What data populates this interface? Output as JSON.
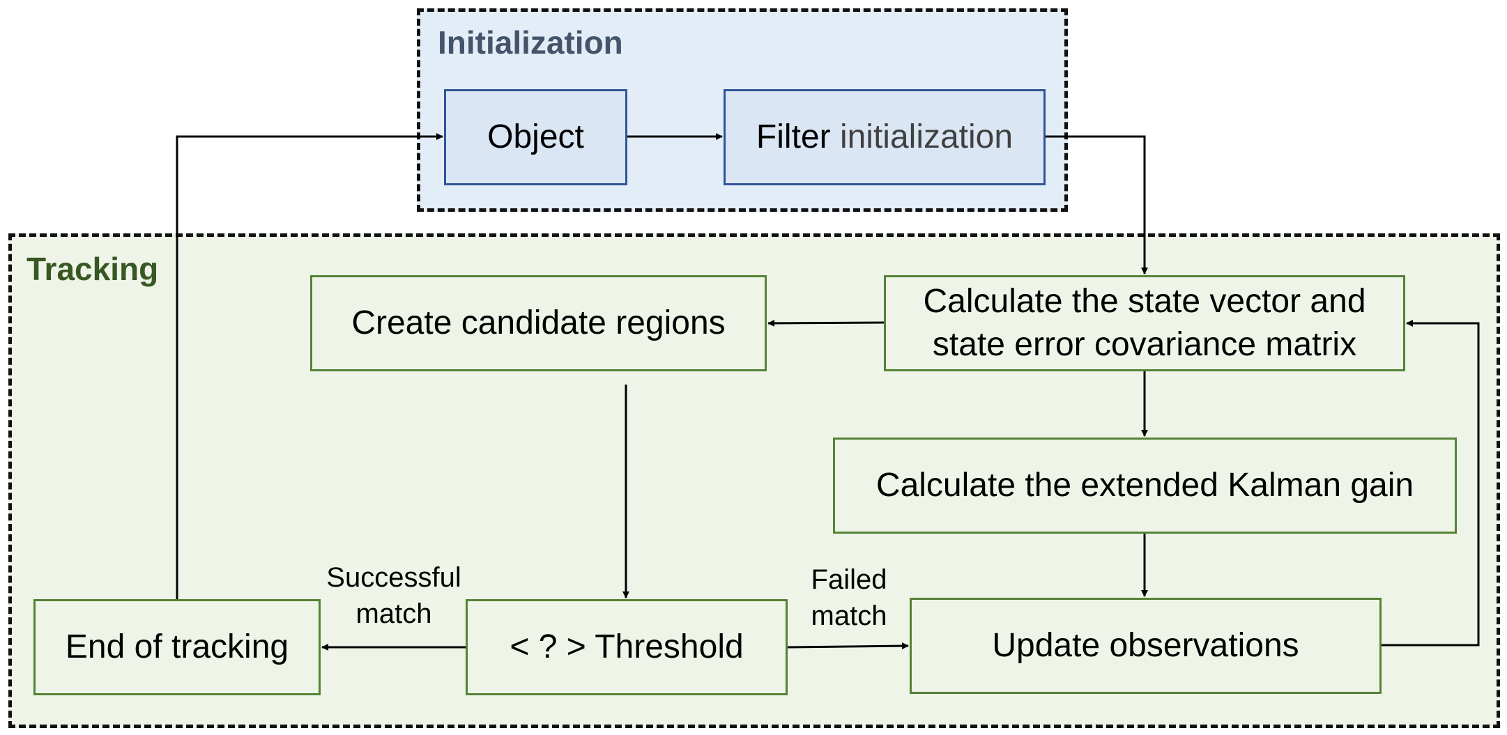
{
  "groups": {
    "initialization": {
      "title": "Initialization"
    },
    "tracking": {
      "title": "Tracking"
    }
  },
  "nodes": {
    "object": "Object",
    "filter_prefix": "Filter",
    "filter_suffix": "initialization",
    "calc_state": "Calculate the state vector and\nstate error covariance matrix",
    "create_candidates": "Create candidate regions",
    "kalman_gain": "Calculate the extended Kalman gain",
    "update_observations": "Update observations",
    "threshold": "< ? > Threshold",
    "end_tracking": "End of tracking"
  },
  "edge_labels": {
    "successful_match": "Successful\nmatch",
    "failed_match": "Failed\nmatch"
  },
  "colors": {
    "init_fill": "#e3edf8",
    "init_border": "#2f5597",
    "init_title": "#44546a",
    "track_fill": "#eef5e8",
    "track_border": "#548235",
    "track_title": "#385723",
    "arrow": "#000000"
  }
}
